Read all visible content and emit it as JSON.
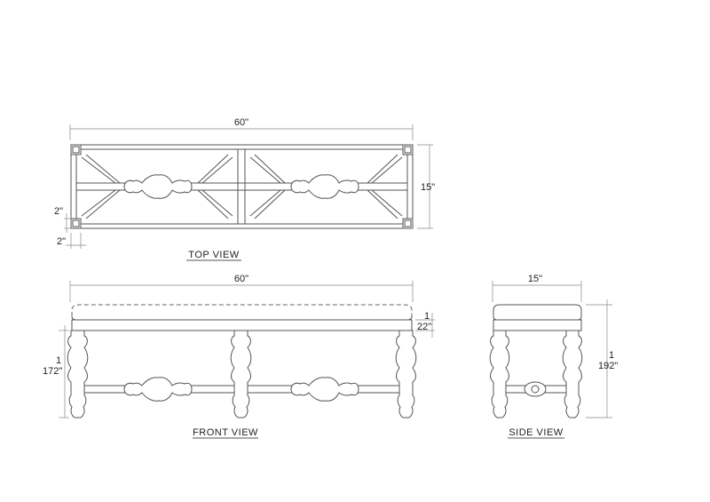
{
  "top_view": {
    "label": "TOP VIEW",
    "dim_width": "60\"",
    "dim_depth": "15\"",
    "dim_post_a": "2\"",
    "dim_post_b": "2\""
  },
  "front_view": {
    "label": "FRONT VIEW",
    "dim_width": "60\"",
    "dim_seat_line1": "1",
    "dim_seat_line2": "22\"",
    "dim_height_line1": "1",
    "dim_height_line2": "172\""
  },
  "side_view": {
    "label": "SIDE VIEW",
    "dim_width": "15\"",
    "dim_height_line1": "1",
    "dim_height_line2": "192\""
  }
}
